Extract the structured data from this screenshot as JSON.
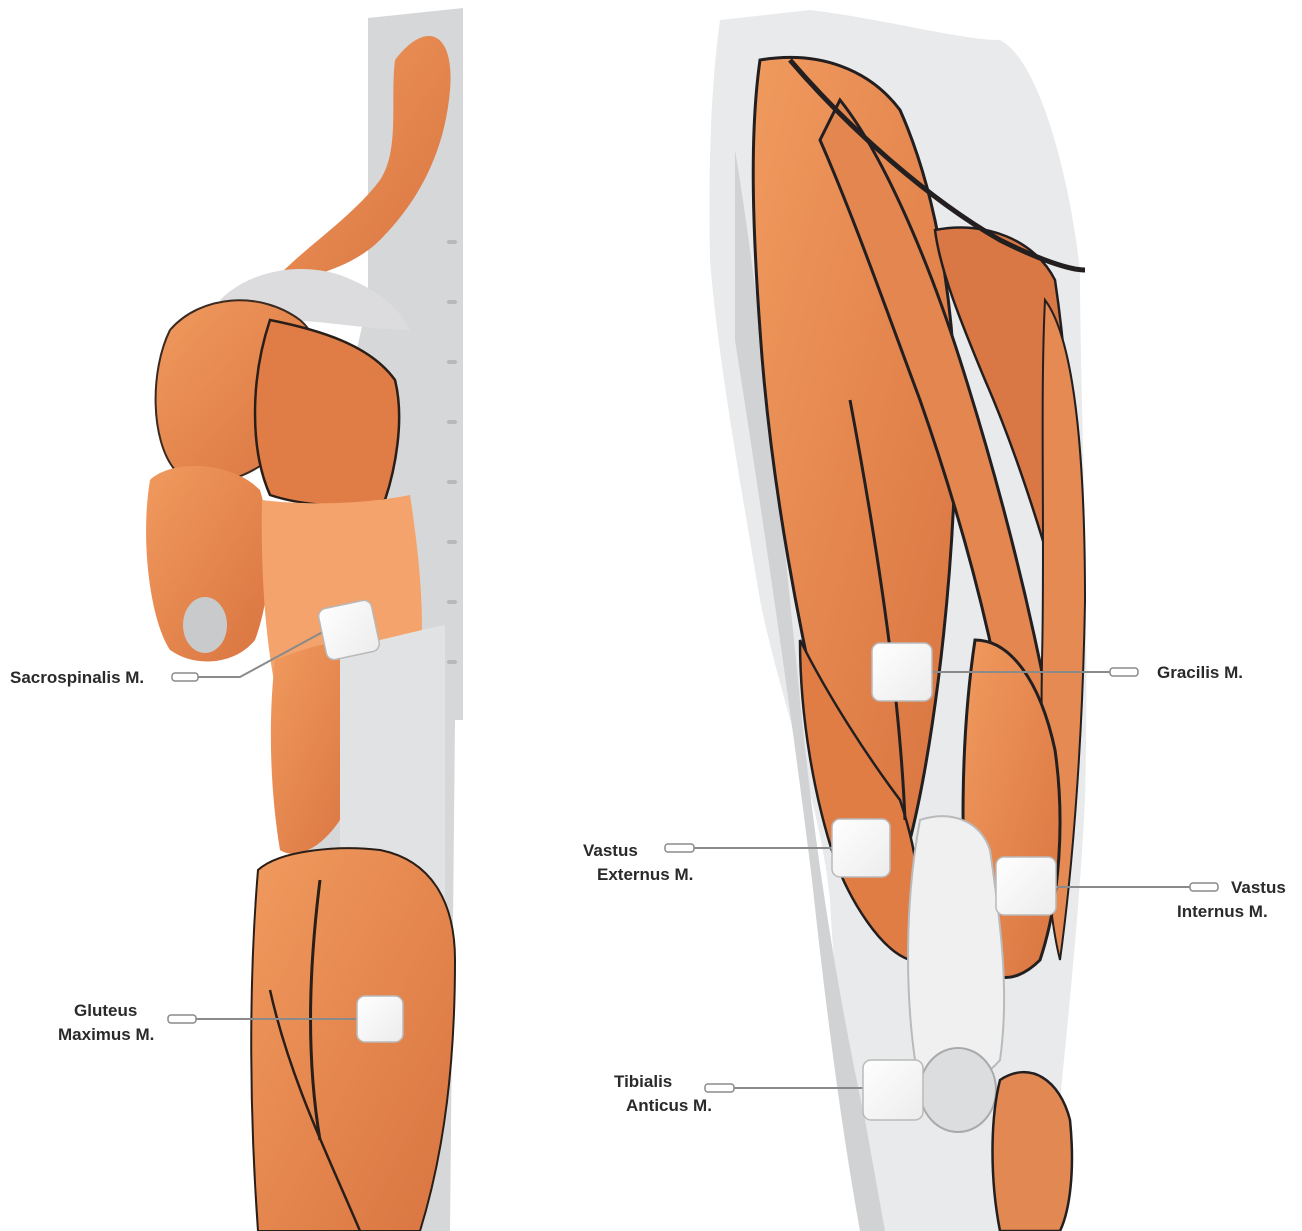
{
  "colors": {
    "muscle": "#e88a52",
    "muscle_light": "#f4b07f",
    "muscle_dark": "#c9683a",
    "tendon": "#d9dadc",
    "tendon_light": "#f2f2f3",
    "outline": "#231f20",
    "pad_fill": "#ffffff",
    "pad_stroke": "#b9b9b9",
    "lead": "#8a8a8a",
    "label": "#2a2a2a"
  },
  "figures": {
    "torso": {
      "view": "posterior torso and hip"
    },
    "leg": {
      "view": "anterior thigh"
    }
  },
  "electrodes": [
    {
      "id": "sacrospinalis",
      "label_lines": [
        "Sacrospinalis M."
      ]
    },
    {
      "id": "gluteus",
      "label_lines": [
        "Gluteus",
        "Maximus M."
      ]
    },
    {
      "id": "gracilis",
      "label_lines": [
        "Gracilis M."
      ]
    },
    {
      "id": "vastus-externus",
      "label_lines": [
        "Vastus",
        "Externus M."
      ]
    },
    {
      "id": "vastus-internus",
      "label_lines": [
        "Vastus",
        "Internus M."
      ]
    },
    {
      "id": "tibialis",
      "label_lines": [
        "Tibialis",
        "Anticus M."
      ]
    }
  ]
}
